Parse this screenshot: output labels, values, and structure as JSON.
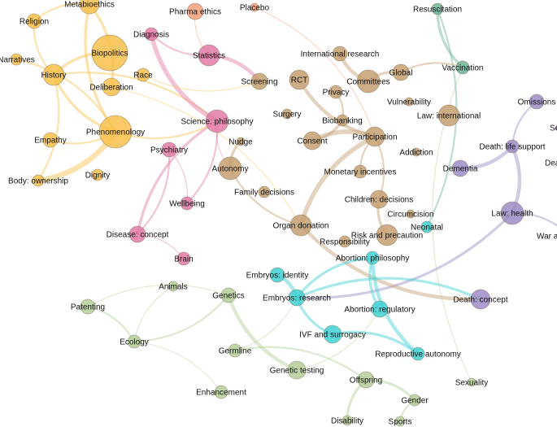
{
  "colors": {
    "humanities": "#f8c04a",
    "pharma": "#f4a07a",
    "science": "#e27aa6",
    "research": "#c4a071",
    "public_health": "#6fb39a",
    "law_death": "#9c8cc4",
    "reproduction": "#3fd0d4",
    "genetics": "#b5cf9a"
  },
  "nodes": [
    {
      "label": "Metabioethics",
      "group": "humanities"
    },
    {
      "label": "Religion",
      "group": "humanities"
    },
    {
      "label": "Narratives",
      "group": "humanities"
    },
    {
      "label": "Biopolitics",
      "group": "humanities"
    },
    {
      "label": "History",
      "group": "humanities"
    },
    {
      "label": "Race",
      "group": "humanities"
    },
    {
      "label": "Deliberation",
      "group": "humanities"
    },
    {
      "label": "Phenomenology",
      "group": "humanities"
    },
    {
      "label": "Empathy",
      "group": "humanities"
    },
    {
      "label": "Dignity",
      "group": "humanities"
    },
    {
      "label": "Body: ownership",
      "group": "humanities"
    },
    {
      "label": "Pharma ethics",
      "group": "pharma"
    },
    {
      "label": "Placebo",
      "group": "pharma"
    },
    {
      "label": "Diagnosis",
      "group": "science"
    },
    {
      "label": "Statistics",
      "group": "science"
    },
    {
      "label": "Science: philosophy",
      "group": "science"
    },
    {
      "label": "Psychiatry",
      "group": "science"
    },
    {
      "label": "Wellbeing",
      "group": "science"
    },
    {
      "label": "Disease: concept",
      "group": "science"
    },
    {
      "label": "Brain",
      "group": "science"
    },
    {
      "label": "Screening",
      "group": "research"
    },
    {
      "label": "RCT",
      "group": "research"
    },
    {
      "label": "International research",
      "group": "research"
    },
    {
      "label": "Committees",
      "group": "research"
    },
    {
      "label": "Global",
      "group": "research"
    },
    {
      "label": "Privacy",
      "group": "research"
    },
    {
      "label": "Surgery",
      "group": "research"
    },
    {
      "label": "Biobanking",
      "group": "research"
    },
    {
      "label": "Consent",
      "group": "research"
    },
    {
      "label": "Participation",
      "group": "research"
    },
    {
      "label": "Vulnerability",
      "group": "research"
    },
    {
      "label": "Law: international",
      "group": "research"
    },
    {
      "label": "Addiction",
      "group": "research"
    },
    {
      "label": "Nudge",
      "group": "research"
    },
    {
      "label": "Autonomy",
      "group": "research"
    },
    {
      "label": "Family decisions",
      "group": "research"
    },
    {
      "label": "Monetary incentives",
      "group": "research"
    },
    {
      "label": "Children: decisions",
      "group": "research"
    },
    {
      "label": "Organ donation",
      "group": "research"
    },
    {
      "label": "Circumcision",
      "group": "research"
    },
    {
      "label": "Risk and precaution",
      "group": "research"
    },
    {
      "label": "Responsibility",
      "group": "research"
    },
    {
      "label": "Neonatal",
      "group": "reproduction"
    },
    {
      "label": "Resuscitation",
      "group": "public_health"
    },
    {
      "label": "Vaccination",
      "group": "public_health"
    },
    {
      "label": "Omissions",
      "group": "law_death"
    },
    {
      "label": "Death: life support",
      "group": "law_death"
    },
    {
      "label": "Dementia",
      "group": "law_death"
    },
    {
      "label": "Law: health",
      "group": "law_death"
    },
    {
      "label": "Death: concept",
      "group": "law_death"
    },
    {
      "label": "Se",
      "group": "law_death"
    },
    {
      "label": "Dea",
      "group": "law_death"
    },
    {
      "label": "War a",
      "group": "law_death"
    },
    {
      "label": "Abortion: philosophy",
      "group": "reproduction"
    },
    {
      "label": "Embryos: identity",
      "group": "reproduction"
    },
    {
      "label": "Embryos: research",
      "group": "reproduction"
    },
    {
      "label": "Abortion: regulatory",
      "group": "reproduction"
    },
    {
      "label": "IVF and surrogacy",
      "group": "reproduction"
    },
    {
      "label": "Reproductive autonomy",
      "group": "reproduction"
    },
    {
      "label": "Animals",
      "group": "genetics"
    },
    {
      "label": "Genetics",
      "group": "genetics"
    },
    {
      "label": "Patenting",
      "group": "genetics"
    },
    {
      "label": "Ecology",
      "group": "genetics"
    },
    {
      "label": "Germline",
      "group": "genetics"
    },
    {
      "label": "Genetic testing",
      "group": "genetics"
    },
    {
      "label": "Enhancement",
      "group": "genetics"
    },
    {
      "label": "Offspring",
      "group": "genetics"
    },
    {
      "label": "Sexuality",
      "group": "genetics"
    },
    {
      "label": "Gender",
      "group": "genetics"
    },
    {
      "label": "Disability",
      "group": "genetics"
    },
    {
      "label": "Sports",
      "group": "genetics"
    }
  ],
  "edges": [
    [
      "Phenomenology",
      "Body: ownership",
      6
    ],
    [
      "History",
      "Phenomenology",
      3
    ],
    [
      "History",
      "Biopolitics",
      3
    ],
    [
      "Metabioethics",
      "Phenomenology",
      3
    ],
    [
      "Metabioethics",
      "Deliberation",
      3
    ],
    [
      "Religion",
      "History",
      2
    ],
    [
      "History",
      "Body: ownership",
      2
    ],
    [
      "Empathy",
      "Phenomenology",
      2
    ],
    [
      "Narratives",
      "Phenomenology",
      2
    ],
    [
      "Metabioethics",
      "Religion",
      2
    ],
    [
      "History",
      "Science: philosophy",
      2
    ],
    [
      "Diagnosis",
      "Science: philosophy",
      5
    ],
    [
      "Statistics",
      "Screening",
      4
    ],
    [
      "Science: philosophy",
      "Disease: concept",
      3
    ],
    [
      "Science: philosophy",
      "Wellbeing",
      2
    ],
    [
      "Phenomenology",
      "Science: philosophy",
      2
    ],
    [
      "Psychiatry",
      "Disease: concept",
      2
    ],
    [
      "Diagnosis",
      "Statistics",
      2
    ],
    [
      "Disease: concept",
      "Brain",
      1
    ],
    [
      "RCT",
      "Participation",
      4
    ],
    [
      "Consent",
      "Participation",
      5
    ],
    [
      "International research",
      "Committees",
      4
    ],
    [
      "Committees",
      "Global",
      3
    ],
    [
      "Participation",
      "Organ donation",
      5
    ],
    [
      "Privacy",
      "Biobanking",
      2
    ],
    [
      "Consent",
      "Biobanking",
      3
    ],
    [
      "Participation",
      "Children: decisions",
      2
    ],
    [
      "Children: decisions",
      "Risk and precaution",
      3
    ],
    [
      "Autonomy",
      "Nudge",
      3
    ],
    [
      "Autonomy",
      "Organ donation",
      2
    ],
    [
      "Monetary incentives",
      "Participation",
      2
    ],
    [
      "Science: philosophy",
      "Autonomy",
      1
    ],
    [
      "Deliberation",
      "Organ donation",
      1
    ],
    [
      "Race",
      "Screening",
      1
    ],
    [
      "Global",
      "Vaccination",
      2
    ],
    [
      "Resuscitation",
      "Vaccination",
      3
    ],
    [
      "Resuscitation",
      "Neonatal",
      2
    ],
    [
      "Dementia",
      "Death: life support",
      4
    ],
    [
      "Death: life support",
      "Law: health",
      4
    ],
    [
      "Omissions",
      "Death: life support",
      2
    ],
    [
      "Law: health",
      "Embryos: research",
      3
    ],
    [
      "Organ donation",
      "Death: concept",
      4
    ],
    [
      "Embryos: research",
      "Death: concept",
      3
    ],
    [
      "Abortion: philosophy",
      "Reproductive autonomy",
      4
    ],
    [
      "Embryos: identity",
      "Embryos: research",
      4
    ],
    [
      "Embryos: research",
      "IVF and surrogacy",
      3
    ],
    [
      "IVF and surrogacy",
      "Reproductive autonomy",
      3
    ],
    [
      "Abortion: philosophy",
      "Abortion: regulatory",
      3
    ],
    [
      "Embryos: research",
      "Abortion: philosophy",
      3
    ],
    [
      "Genetics",
      "Genetic testing",
      4
    ],
    [
      "Patenting",
      "Ecology",
      2
    ],
    [
      "Ecology",
      "Genetics",
      2
    ],
    [
      "Germline",
      "Offspring",
      2
    ],
    [
      "Offspring",
      "Disability",
      3
    ],
    [
      "Offspring",
      "Gender",
      3
    ],
    [
      "Gender",
      "Sports",
      2
    ],
    [
      "Patenting",
      "Genetics",
      1
    ],
    [
      "Germline",
      "Embryos: research",
      1
    ],
    [
      "Ecology",
      "Enhancement",
      1
    ],
    [
      "Animals",
      "Ecology",
      1
    ],
    [
      "Law: health",
      "War a",
      2
    ],
    [
      "Genetic testing",
      "Abortion: regulatory",
      1
    ],
    [
      "Sexuality",
      "Vaccination",
      1
    ],
    [
      "Pharma ethics",
      "Statistics",
      1
    ],
    [
      "Placebo",
      "Participation",
      1
    ],
    [
      "Wellbeing",
      "Psychiatry",
      1
    ]
  ]
}
